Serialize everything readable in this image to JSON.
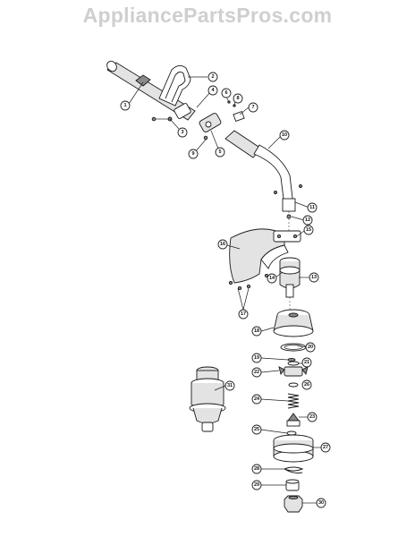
{
  "watermark": "AppliancePartsPros.com",
  "callouts": [
    {
      "id": "1",
      "label": "1"
    },
    {
      "id": "2",
      "label": "2"
    },
    {
      "id": "3",
      "label": "3"
    },
    {
      "id": "4",
      "label": "4"
    },
    {
      "id": "5",
      "label": "5"
    },
    {
      "id": "6",
      "label": "6"
    },
    {
      "id": "7",
      "label": "7"
    },
    {
      "id": "8",
      "label": "8"
    },
    {
      "id": "9",
      "label": "9"
    },
    {
      "id": "10",
      "label": "10"
    },
    {
      "id": "11",
      "label": "11"
    },
    {
      "id": "12",
      "label": "12"
    },
    {
      "id": "13",
      "label": "13"
    },
    {
      "id": "14",
      "label": "14"
    },
    {
      "id": "15",
      "label": "15"
    },
    {
      "id": "16",
      "label": "16"
    },
    {
      "id": "17",
      "label": "17"
    },
    {
      "id": "18",
      "label": "18"
    },
    {
      "id": "19",
      "label": "19"
    },
    {
      "id": "20",
      "label": "20"
    },
    {
      "id": "21",
      "label": "21"
    },
    {
      "id": "22",
      "label": "22"
    },
    {
      "id": "23",
      "label": "23"
    },
    {
      "id": "24",
      "label": "24"
    },
    {
      "id": "25",
      "label": "25"
    },
    {
      "id": "26",
      "label": "26"
    },
    {
      "id": "27",
      "label": "27"
    },
    {
      "id": "28",
      "label": "28"
    },
    {
      "id": "29",
      "label": "29"
    },
    {
      "id": "30",
      "label": "30"
    },
    {
      "id": "31",
      "label": "31"
    }
  ]
}
